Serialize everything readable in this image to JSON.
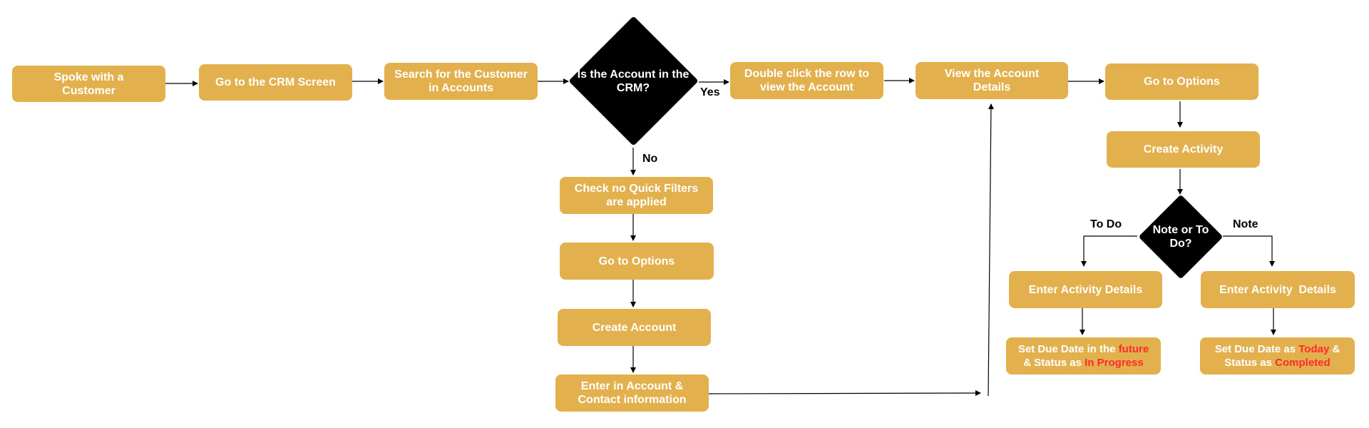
{
  "colors": {
    "box_fill": "#e3b04e",
    "box_text": "#ffffff",
    "decision_fill": "#000000",
    "decision_text": "#ffffff",
    "highlight": "#ff2a2a",
    "line": "#000000"
  },
  "nodes": {
    "spoke_customer": "Spoke with a Customer",
    "crm_screen": "Go to the CRM Screen",
    "search_customer": "Search for the Customer in Accounts",
    "is_account_in_crm": "Is the Account in the CRM?",
    "double_click_row": "Double click the row to view the Account",
    "view_account_details": "View the Account Details",
    "go_to_options_main": "Go to Options",
    "create_activity": "Create Activity",
    "note_or_todo": "Note or To Do?",
    "enter_activity_todo": "Enter Activity Details",
    "enter_activity_note": "Enter Activity  Details",
    "check_quick_filters": "Check no Quick Filters are applied",
    "go_to_options_new": "Go to Options",
    "create_account": "Create Account",
    "enter_account_contact": "Enter in Account & Contact information"
  },
  "due_future": {
    "line1_prefix": "Set Due Date in the ",
    "line1_highlight": "future",
    "line2_prefix": "& Status as ",
    "line2_highlight": "In Progress"
  },
  "due_today": {
    "line1_prefix": "Set Due Date as ",
    "line1_highlight": "Today",
    "line1_suffix": " &",
    "line2_prefix": "Status as ",
    "line2_highlight": "Completed"
  },
  "edge_labels": {
    "yes": "Yes",
    "no": "No",
    "to_do": "To Do",
    "note": "Note"
  }
}
